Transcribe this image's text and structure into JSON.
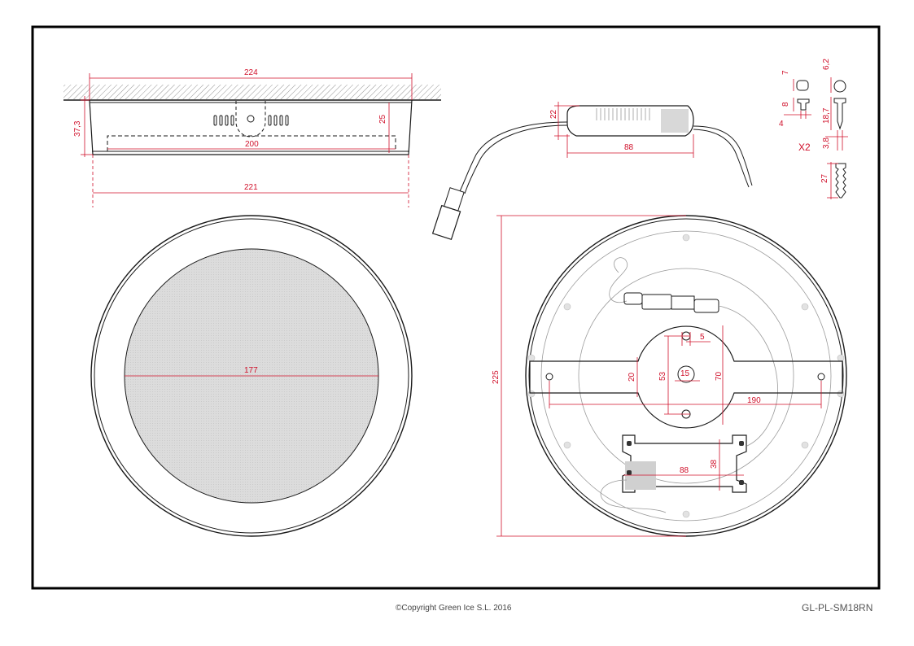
{
  "dimensions": {
    "top_width": "224",
    "total_height": "37,3",
    "body_height": "25",
    "inner_width": "200",
    "cutout": "221",
    "diffuser": "177",
    "driver_height": "22",
    "driver_length": "88",
    "screw_head": "7",
    "screw_len": "8",
    "screw_dia": "4",
    "plug_head": "6,2",
    "plug_len": "18,7",
    "plug_dia": "3,8",
    "plug_total": "27",
    "quantity": "X2",
    "outer_diameter": "225",
    "hole_dia": "5",
    "bracket_width": "20",
    "hole_spacing": "53",
    "center_hole": "15",
    "plate_dia": "70",
    "bracket_length": "190",
    "back_driver_length": "88",
    "back_driver_height": "38"
  },
  "footer": {
    "copyright": "©Copyright Green Ice S.L. 2016",
    "model": "GL-PL-SM18RN"
  }
}
